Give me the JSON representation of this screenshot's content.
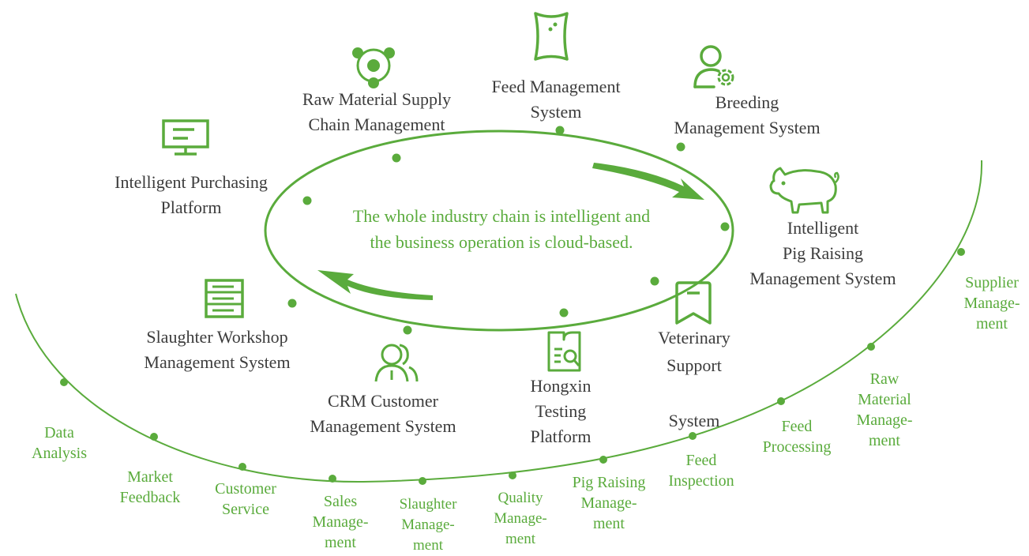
{
  "center_text": "The whole industry chain is intelligent and\nthe business operation is cloud-based.",
  "inner_systems": [
    {
      "label": "Raw Material Supply\nChain Management",
      "icon": "ecosystem-icon"
    },
    {
      "label": "Feed Management\nSystem",
      "icon": "feed-bag-icon"
    },
    {
      "label": "Breeding\nManagement System",
      "icon": "user-gear-icon"
    },
    {
      "label": "Intelligent Purchasing\nPlatform",
      "icon": "monitor-icon"
    },
    {
      "label": "Intelligent\nPig Raising\nManagement System",
      "icon": "pig-icon"
    },
    {
      "label": "Slaughter Workshop\nManagement System",
      "icon": "server-list-icon"
    },
    {
      "label": "Veterinary\nSupport\n\nSystem",
      "icon": "bookmark-icon"
    },
    {
      "label": "CRM Customer\nManagement System",
      "icon": "users-icon"
    },
    {
      "label": "Hongxin\nTesting\nPlatform",
      "icon": "document-search-icon"
    }
  ],
  "outer_steps": [
    {
      "label": "Data\nAnalysis"
    },
    {
      "label": "Market\nFeedback"
    },
    {
      "label": "Customer\nService"
    },
    {
      "label": "Sales\nManage-\nment"
    },
    {
      "label": "Slaughter\nManage-\nment"
    },
    {
      "label": "Quality\nManage-\nment"
    },
    {
      "label": "Pig Raising\nManage-\nment"
    },
    {
      "label": "Feed\nInspection"
    },
    {
      "label": "Feed\nProcessing"
    },
    {
      "label": "Raw\nMaterial\nManage-\nment"
    },
    {
      "label": "Supplier\nManage-\nment"
    }
  ],
  "colors": {
    "accent": "#5aab3c",
    "text": "#3c3c3c"
  }
}
